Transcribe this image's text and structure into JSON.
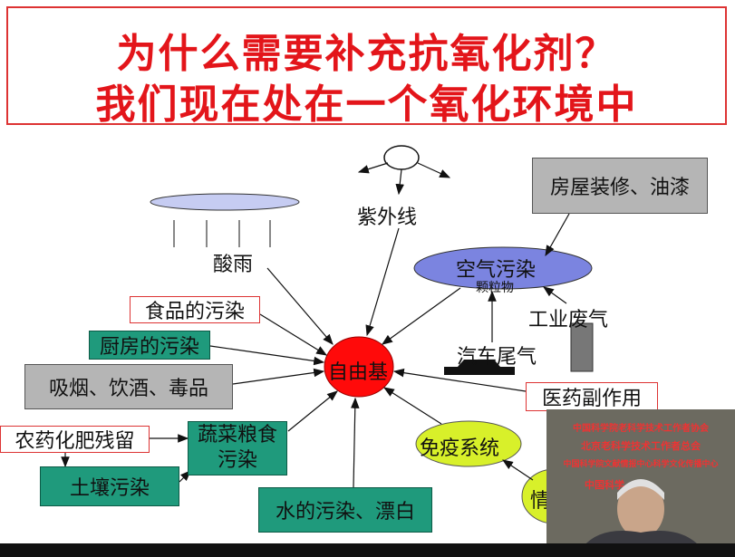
{
  "title": {
    "line1": "为什么需要补充抗氧化剂？",
    "line2": "我们现在处在一个氧化环境中"
  },
  "diagram": {
    "center": "自由基",
    "nodes": {
      "uv": "紫外线",
      "acid_rain": "酸雨",
      "renovation": "房屋装修、油漆",
      "air_pollution": "空气污染",
      "particles": "颗粒物",
      "industrial_exhaust": "工业废气",
      "car_exhaust": "汽车尾气",
      "food_pollution": "食品的污染",
      "kitchen_pollution": "厨房的污染",
      "smoking": "吸烟、饮酒、毒品",
      "drug_side_effects": "医药副作用",
      "pesticide_residue": "农药化肥残留",
      "vegetable_pollution": "蔬菜粮食污染",
      "soil_pollution": "土壤污染",
      "water_pollution": "水的污染、漂白",
      "immune_system": "免疫系统",
      "emotion": "情"
    }
  },
  "webcam": {
    "lines": [
      "中国科学院老科学技术工作者协会",
      "北京老科学技术工作者总会",
      "中国科学院文献情报中心科学文化传播中心",
      "中国科学"
    ]
  },
  "colors": {
    "title_red": "#e3151a",
    "center_red": "#ff0a0a",
    "teal": "#1f9a7c",
    "grey": "#b5b5b5",
    "air_blue": "#7b84e0",
    "acid_blue": "#c6ccf2",
    "immune_yellow": "#d8f02a"
  }
}
